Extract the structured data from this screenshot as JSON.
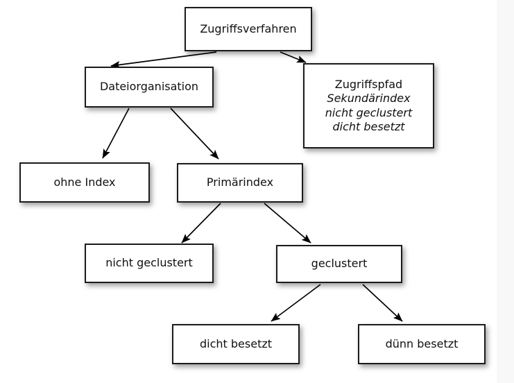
{
  "diagram": {
    "title": "Zugriffsverfahren",
    "background_color": "#ffffff",
    "side_strip_color": "#f8f8f8",
    "box_border_color": "#1b1b1b",
    "box_fill_color": "#ffffff",
    "text_color": "#101010",
    "edge_color": "#000000",
    "nodes": [
      {
        "id": "zugriffsverfahren",
        "label": "Zugriffsverfahren",
        "lines": [
          {
            "text": "Zugriffsverfahren",
            "italic": false
          }
        ]
      },
      {
        "id": "dateiorganisation",
        "label": "Dateiorganisation",
        "lines": [
          {
            "text": "Dateiorganisation",
            "italic": false
          }
        ]
      },
      {
        "id": "zugriffspfad",
        "label": "Zugriffspfad Sekundärindex nicht geclustert dicht besetzt",
        "lines": [
          {
            "text": "Zugriffspfad",
            "italic": false
          },
          {
            "text": "Sekundärindex",
            "italic": true
          },
          {
            "text": "nicht geclustert",
            "italic": true
          },
          {
            "text": "dicht besetzt",
            "italic": true
          }
        ]
      },
      {
        "id": "ohne-index",
        "label": "ohne Index",
        "lines": [
          {
            "text": "ohne Index",
            "italic": false
          }
        ]
      },
      {
        "id": "primaerindex",
        "label": "Primärindex",
        "lines": [
          {
            "text": "Primärindex",
            "italic": false
          }
        ]
      },
      {
        "id": "nicht-geclustert",
        "label": "nicht geclustert",
        "lines": [
          {
            "text": "nicht geclustert",
            "italic": false
          }
        ]
      },
      {
        "id": "geclustert",
        "label": "geclustert",
        "lines": [
          {
            "text": "geclustert",
            "italic": false
          }
        ]
      },
      {
        "id": "dicht-besetzt",
        "label": "dicht besetzt",
        "lines": [
          {
            "text": "dicht besetzt",
            "italic": false
          }
        ]
      },
      {
        "id": "duenn-besetzt",
        "label": "dünn besetzt",
        "lines": [
          {
            "text": "dünn besetzt",
            "italic": false
          }
        ]
      }
    ],
    "edges": [
      {
        "from": "zugriffsverfahren",
        "to": "dateiorganisation"
      },
      {
        "from": "zugriffsverfahren",
        "to": "zugriffspfad"
      },
      {
        "from": "dateiorganisation",
        "to": "ohne-index"
      },
      {
        "from": "dateiorganisation",
        "to": "primaerindex"
      },
      {
        "from": "primaerindex",
        "to": "nicht-geclustert"
      },
      {
        "from": "primaerindex",
        "to": "geclustert"
      },
      {
        "from": "geclustert",
        "to": "dicht-besetzt"
      },
      {
        "from": "geclustert",
        "to": "duenn-besetzt"
      }
    ]
  }
}
